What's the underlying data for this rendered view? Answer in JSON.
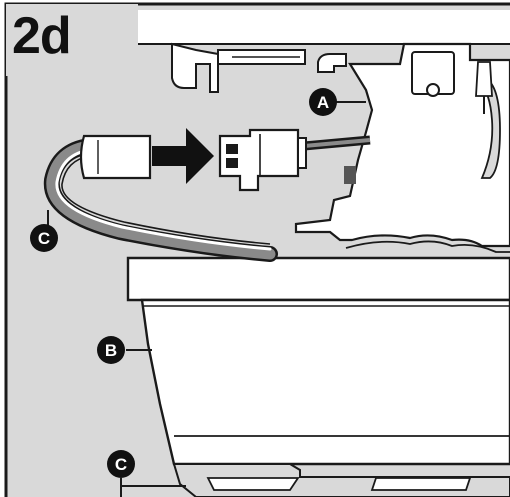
{
  "step": {
    "label": "2d"
  },
  "callouts": {
    "a": "A",
    "b": "B",
    "c_wire": "C",
    "c_lower": "C"
  },
  "colors": {
    "panel_gray": "#d9d9d9",
    "line_dark": "#1a1a1a",
    "wire_gray": "#8a8a8a",
    "housing_white": "#ffffff",
    "arrow_black": "#111111"
  }
}
